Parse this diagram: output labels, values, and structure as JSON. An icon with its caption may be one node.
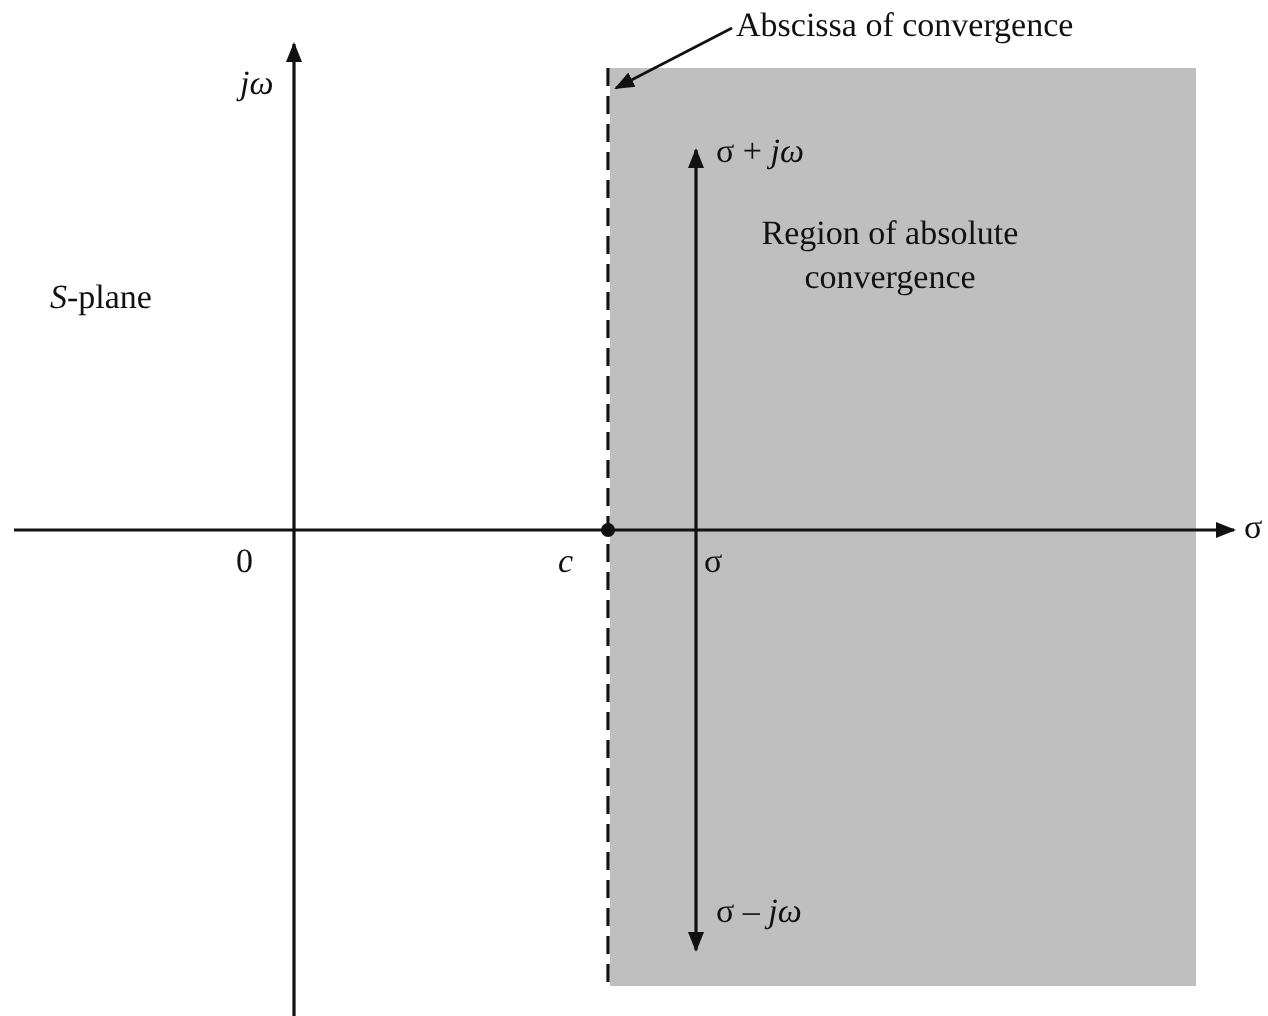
{
  "diagram": {
    "nodes": [
      {
        "text": [
          "Region of absolute convergence"
        ]
      },
      {
        "text": [
          "Abscissa of convergence"
        ]
      },
      {
        "text": [],
        "shape": "line"
      }
    ],
    "edges": [
      {
        "from": 1,
        "to": 2,
        "arrow": "to"
      }
    ],
    "labels": [
      "jω",
      "*S*-plane",
      "σ + *jω*",
      "σ",
      "0",
      "c",
      "σ",
      "σ – *jω*"
    ]
  }
}
